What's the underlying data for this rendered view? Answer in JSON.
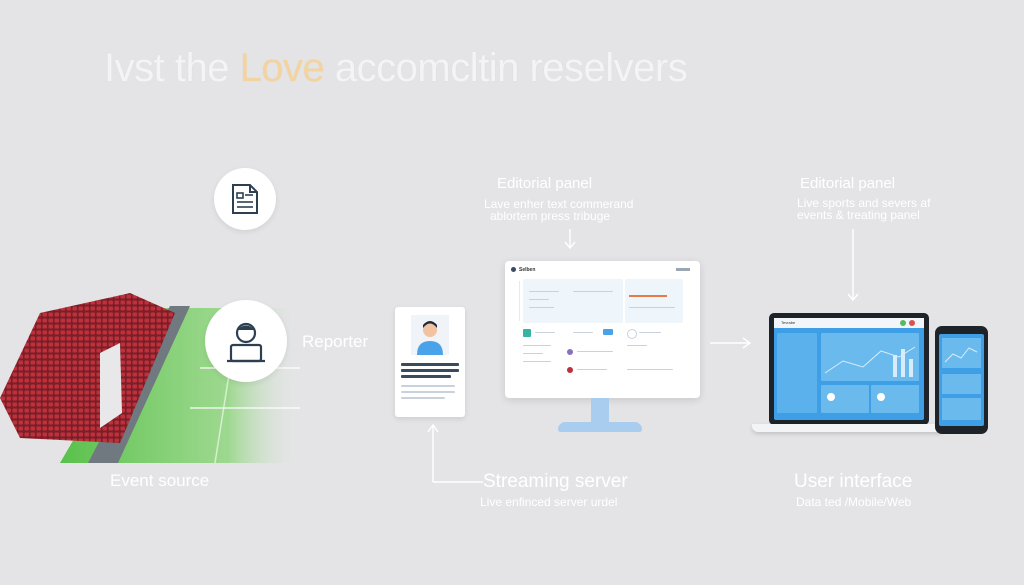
{
  "header": {
    "title_before": "Ivst the ",
    "title_highlight": "Love",
    "title_after": " accomcltin reselvers"
  },
  "nodes": {
    "event_source": {
      "label": "Event source"
    },
    "reporter": {
      "label": "Reporter"
    },
    "editorial_center": {
      "title": "Editorial panel",
      "line1": "Lave enher text commerand",
      "line2": "ablortern press tribuge"
    },
    "editorial_right": {
      "title": "Editorial panel",
      "line1": "Live sports and severs af",
      "line2": "events & treating panel"
    },
    "streaming_server": {
      "label": "Streaming server",
      "sub": "Live enfinced server urdel"
    },
    "user_interface": {
      "label": "User interface",
      "sub": "Data ted /Mobile/Web"
    }
  },
  "monitor_ui": {
    "app_name": "Selben"
  },
  "laptop_ui": {
    "app_name": "Tevrabe"
  },
  "colors": {
    "background": "#e4e4e6",
    "accent_blue": "#4aa3e8",
    "seats_red": "#c0303a",
    "field_green": "#58c04a",
    "title_highlight": "#f3d3a0"
  },
  "icons": [
    "document-icon",
    "reporter-avatar-icon",
    "arrow-down-icon",
    "arrow-up-icon",
    "arrow-right-icon"
  ]
}
